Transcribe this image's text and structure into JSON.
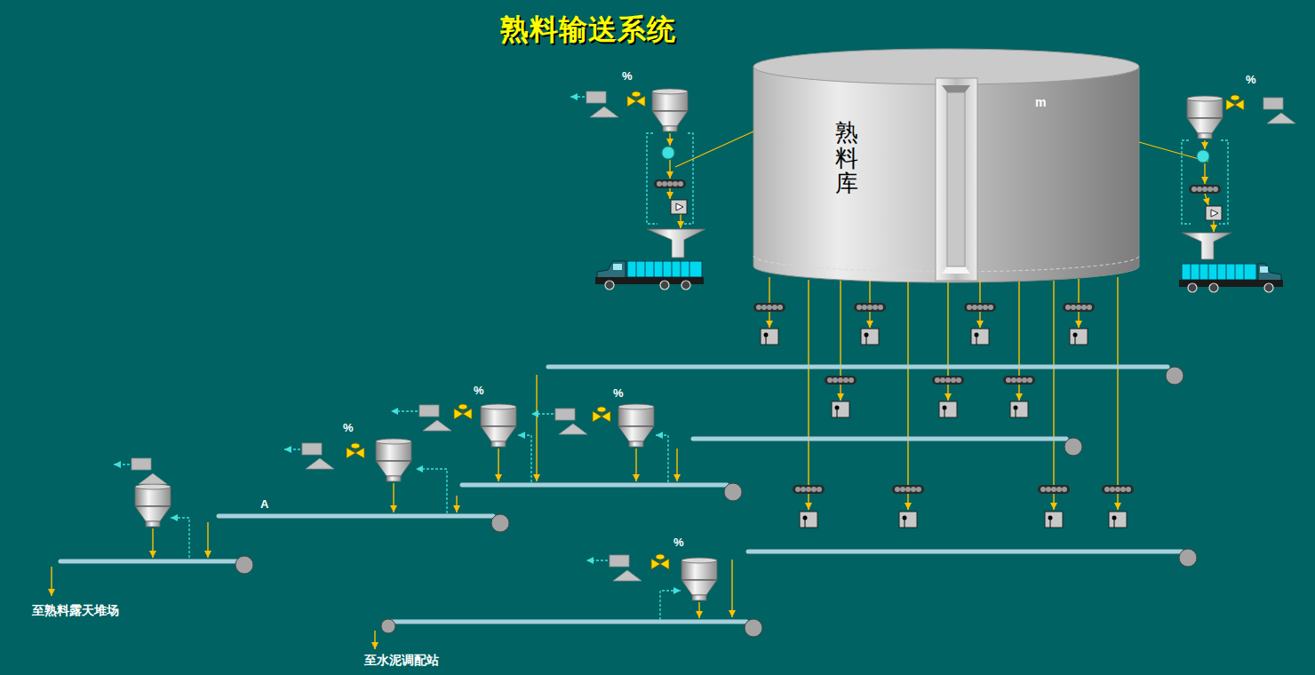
{
  "diagram": {
    "title": "熟料输送系统",
    "nodes": [
      {
        "text": [
          "熟料库",
          "m"
        ]
      }
    ],
    "labels": [
      "%",
      "%",
      "%",
      "%",
      "%",
      "A",
      "%",
      "至熟料露天堆场",
      "至水泥调配站"
    ]
  }
}
